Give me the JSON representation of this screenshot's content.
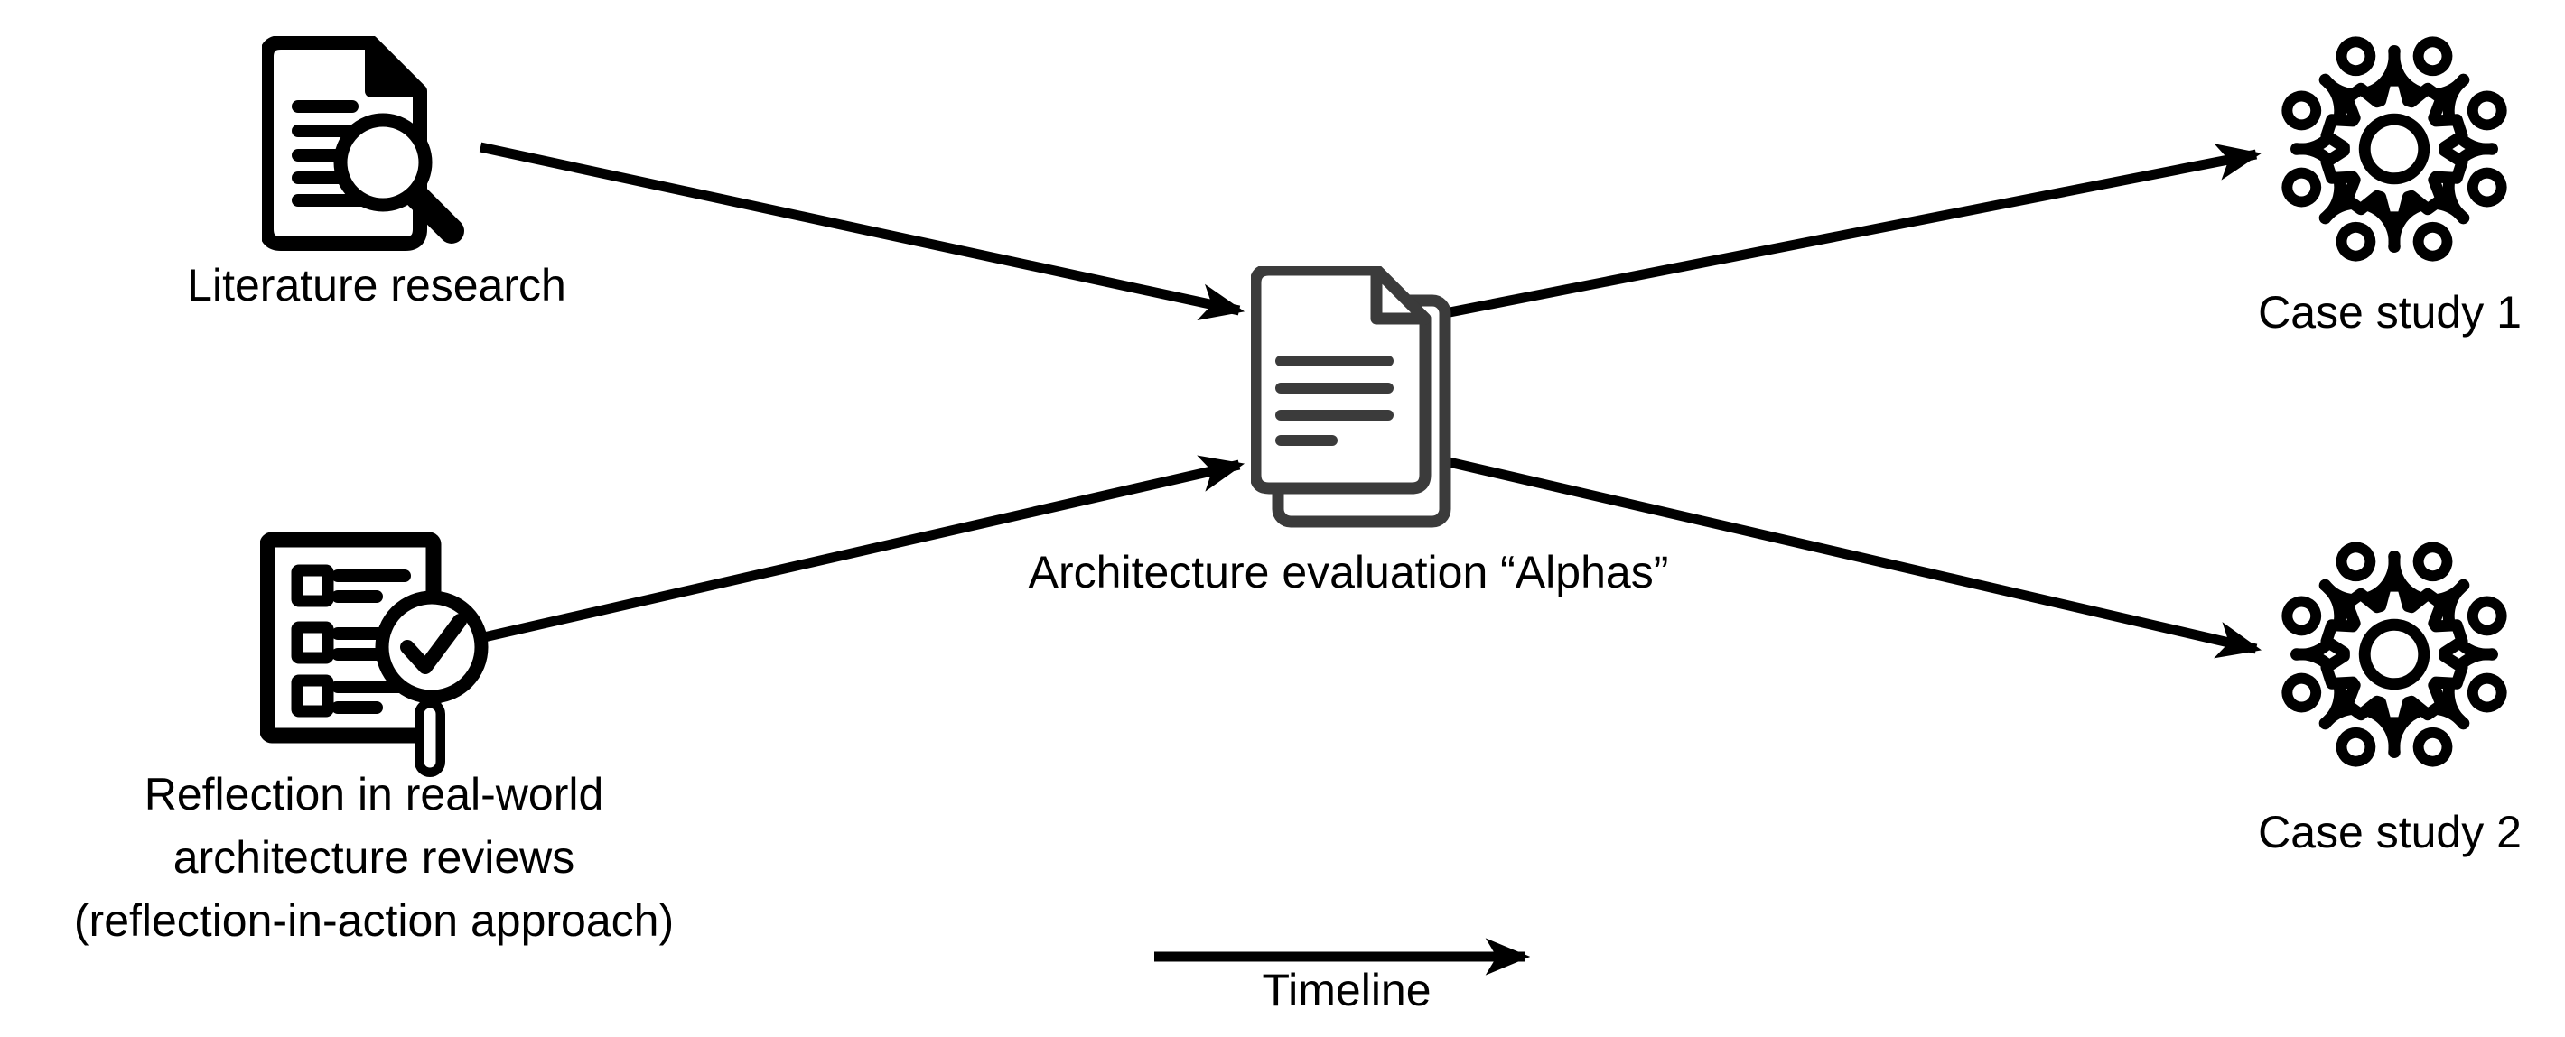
{
  "diagram": {
    "background": "#ffffff",
    "nodes": {
      "literature": {
        "label": "Literature research",
        "icon": "document-magnifier-icon"
      },
      "reflection": {
        "label_lines": [
          "Reflection in real-world",
          "architecture reviews",
          "(reflection-in-action approach)"
        ],
        "icon": "checklist-magnifier-icon"
      },
      "evaluation": {
        "label": "Architecture evaluation “Alphas”",
        "icon": "stacked-documents-icon",
        "icon_color": "#3b3b3b"
      },
      "case_study_1": {
        "label": "Case study 1",
        "icon": "team-gear-icon"
      },
      "case_study_2": {
        "label": "Case study 2",
        "icon": "team-gear-icon"
      }
    },
    "edges": [
      {
        "from": "literature",
        "to": "evaluation"
      },
      {
        "from": "reflection",
        "to": "evaluation"
      },
      {
        "from": "evaluation",
        "to": "case_study_1"
      },
      {
        "from": "evaluation",
        "to": "case_study_2"
      }
    ],
    "timeline": {
      "label": "Timeline"
    },
    "colors": {
      "stroke": "#000000",
      "evaluation_stroke": "#3b3b3b",
      "text": "#000000"
    }
  }
}
